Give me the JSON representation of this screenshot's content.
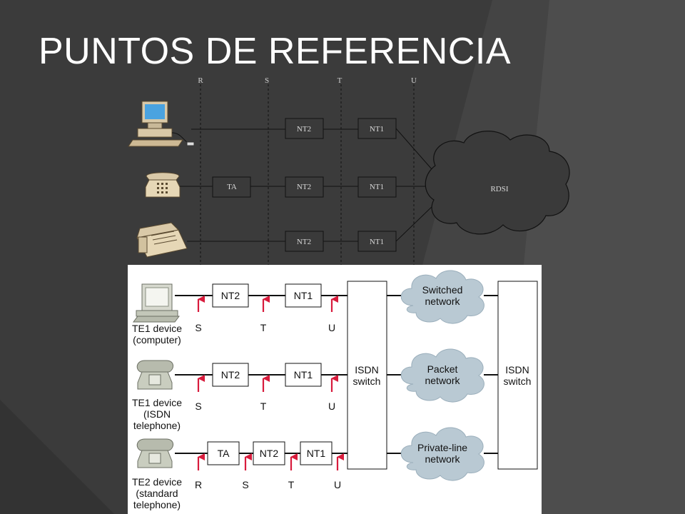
{
  "slide": {
    "title": "PUNTOS DE REFERENCIA"
  },
  "top_diagram": {
    "reference_points": [
      "R",
      "S",
      "T",
      "U"
    ],
    "rows": [
      {
        "device_icon": "computer-icon",
        "boxes": [
          "NT2",
          "NT1"
        ]
      },
      {
        "device_icon": "telephone-icon",
        "boxes": [
          "TA",
          "NT2",
          "NT1"
        ]
      },
      {
        "device_icon": "fax-icon",
        "boxes": [
          "NT2",
          "NT1"
        ]
      }
    ],
    "cloud_label": "RDSI"
  },
  "bottom_diagram": {
    "rows": [
      {
        "device_icon": "computer-icon",
        "device_label": [
          "TE1 device",
          "(computer)"
        ],
        "boxes": [
          "NT2",
          "NT1"
        ],
        "points": [
          "S",
          "T",
          "U"
        ],
        "network": [
          "Switched",
          "network"
        ]
      },
      {
        "device_icon": "telephone-icon",
        "device_label": [
          "TE1 device",
          "(ISDN",
          "telephone)"
        ],
        "boxes": [
          "NT2",
          "NT1"
        ],
        "points": [
          "S",
          "T",
          "U"
        ],
        "network": [
          "Packet",
          "network"
        ]
      },
      {
        "device_icon": "telephone-icon",
        "device_label": [
          "TE2 device",
          "(standard",
          "telephone)"
        ],
        "boxes": [
          "TA",
          "NT2",
          "NT1"
        ],
        "points": [
          "R",
          "S",
          "T",
          "U"
        ],
        "network": [
          "Private-line",
          "network"
        ]
      }
    ],
    "switch_left": [
      "ISDN",
      "switch"
    ],
    "switch_right": [
      "ISDN",
      "switch"
    ]
  },
  "colors": {
    "background": "#3a3a3a",
    "title_text": "#ffffff",
    "arrow_red": "#d81b3c",
    "cloud_fill": "#b9c9d3",
    "device_gray": "#bfc4b8"
  }
}
